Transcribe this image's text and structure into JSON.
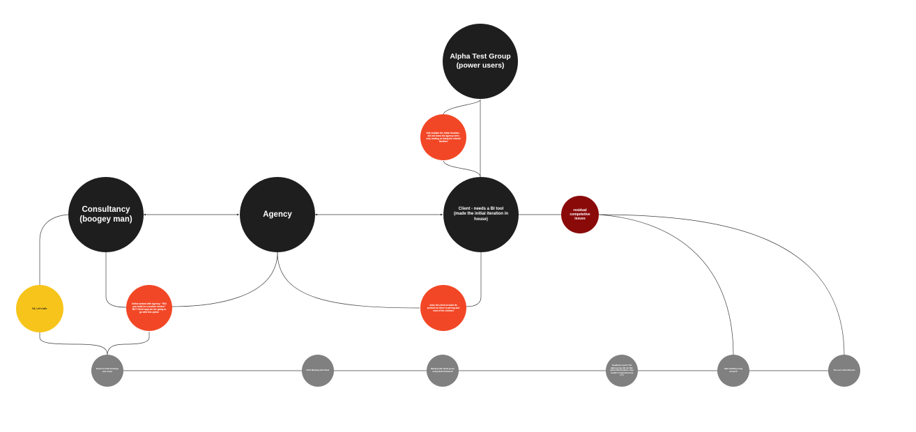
{
  "board": {
    "background": "#ffffff",
    "colors": {
      "primary_node": "#1e1e1e",
      "note_node": "#f24726",
      "issue_node": "#8a0a0a",
      "highlight_node": "#f7c41b",
      "timeline_node": "#808080",
      "connector": "#1e1e1e"
    }
  },
  "nodes": {
    "alpha": {
      "label": "Alpha Test Group (power users)"
    },
    "consultancy": {
      "label": "Consultancy (boogey man)"
    },
    "agency": {
      "label": "Agency"
    },
    "client": {
      "label": "Client - needs a BI tool (made the initial iteration in house)"
    },
    "residual": {
      "label": "residual competetive issues"
    },
    "red_alpha": {
      "label": "Still validate the initial iteration - did not know the agency were only looking at doing the rebuild iteration"
    },
    "red_consultancy": {
      "label": "Initial contact with Agency: \"Will you build us a custom version\" BUT Client says we are going to go with this option"
    },
    "red_client": {
      "label": "Asks the client to build its product as there is pricing and cost of the contract"
    },
    "yellow": {
      "label": "Ok, Let's talk."
    },
    "timeline": [
      {
        "label": "Round of brief meetings and scope"
      },
      {
        "label": "Brief Meeting with Client"
      },
      {
        "label": "Meeting with alpha group using built framework"
      },
      {
        "label": "Feedback round: The alpha group did not like what initial iteration, they couldn't understand any of it"
      },
      {
        "label": "Start building using research"
      },
      {
        "label": "The rest of the lifecycle"
      }
    ]
  }
}
